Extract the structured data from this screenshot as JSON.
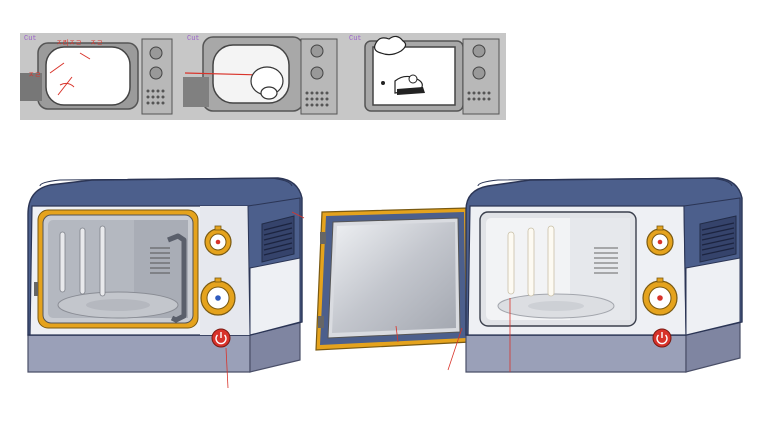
{
  "storyboard": {
    "panels": [
      {
        "cut_label": "Cut",
        "notes": [
          "ㅈ리ㅈㄹ",
          "ㅈㄹ",
          "ㅈㄹ"
        ]
      },
      {
        "cut_label": "Cut",
        "notes": []
      },
      {
        "cut_label": "Cut",
        "notes": []
      }
    ]
  },
  "colors": {
    "body_navy": "#4c5f8c",
    "body_navy_dark": "#3d4e78",
    "panel_white": "#eef0f4",
    "base_gray": "#9aa0b8",
    "trim_yellow": "#e5a31d",
    "power_red": "#d8322a",
    "knob_blue": "#2f5bbf",
    "callout_red": "#d9342b"
  },
  "icons": [
    "power-icon",
    "dial-knob-icon",
    "vent-grille-icon",
    "door-handle-icon"
  ]
}
